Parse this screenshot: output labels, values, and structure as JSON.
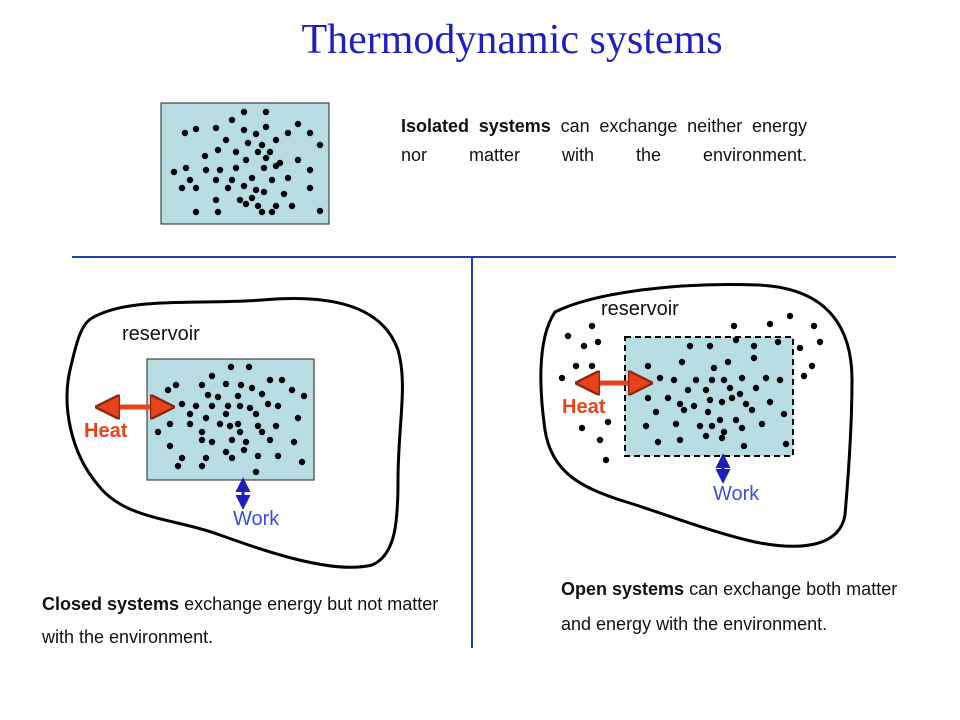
{
  "title": "Thermodynamic systems",
  "isolated": {
    "bold": "Isolated systems",
    "text": " can exchange neither energy nor matter with the environment."
  },
  "closed": {
    "bold": "Closed systems",
    "text": " exchange energy but not matter with the environment.",
    "reservoir_label": "reservoir",
    "heat_label": "Heat",
    "work_label": "Work"
  },
  "open": {
    "bold": "Open systems",
    "text": " can exchange both matter and energy with the environment.",
    "reservoir_label": "reservoir",
    "heat_label": "Heat",
    "work_label": "Work"
  },
  "colors": {
    "title": "#1f1fbf",
    "system_fill": "#b7dde3",
    "divider": "#1f3fbf",
    "heat_arrow": "#e8431c",
    "heat_text": "#e8431c",
    "work_arrow": "#1f1fbf",
    "work_text": "#3a4fd8",
    "particle": "#000000"
  }
}
